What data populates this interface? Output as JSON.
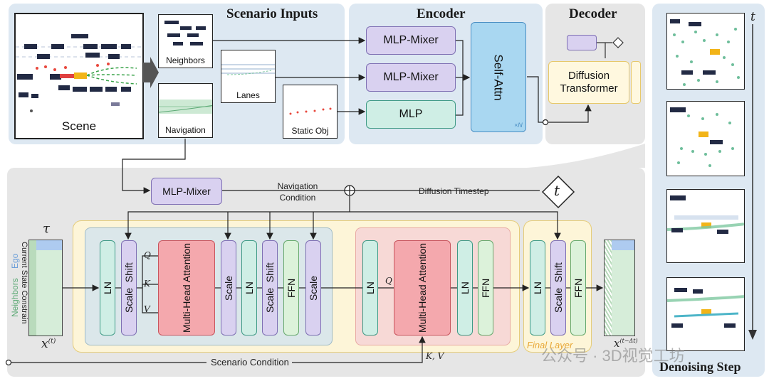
{
  "scenario_inputs": {
    "title": "Scenario Inputs",
    "scene": "Scene",
    "neighbors": "Neighbors",
    "lanes": "Lanes",
    "navigation": "Navigation",
    "static_obj": "Static Obj"
  },
  "encoder": {
    "title": "Encoder",
    "mixer1": "MLP-Mixer",
    "mixer2": "MLP-Mixer",
    "mlp": "MLP",
    "self_attn": "Self-Attn",
    "repeat": "×N"
  },
  "decoder": {
    "title": "Decoder",
    "diffusion_transformer": "Diffusion Transformer"
  },
  "denoising": {
    "title": "Denoising Step",
    "time": "t"
  },
  "dit": {
    "nav_mixer": "MLP-Mixer",
    "nav_condition": "Navigation Condition",
    "diffusion_timestep": "Diffusion Timestep",
    "t_symbol": "t",
    "tau": "τ",
    "x_in": "x",
    "x_in_sup": "(t)",
    "x_out": "x",
    "x_out_sup": "(t−Δt)",
    "row_ego": "Ego",
    "row_neighbors": "Neighbors",
    "col_text": "Current State Constrain",
    "ln": "LN",
    "scale_shift": "Scale  Shift",
    "mha": "Multi-Head Attention",
    "scale": "Scale",
    "ffn": "FFN",
    "q": "Q",
    "k": "K",
    "v": "V",
    "kv": "K, V",
    "final_layer": "Final Layer",
    "scenario_condition": "Scenario Condition"
  },
  "watermark": "公众号 · 3D视觉工坊"
}
